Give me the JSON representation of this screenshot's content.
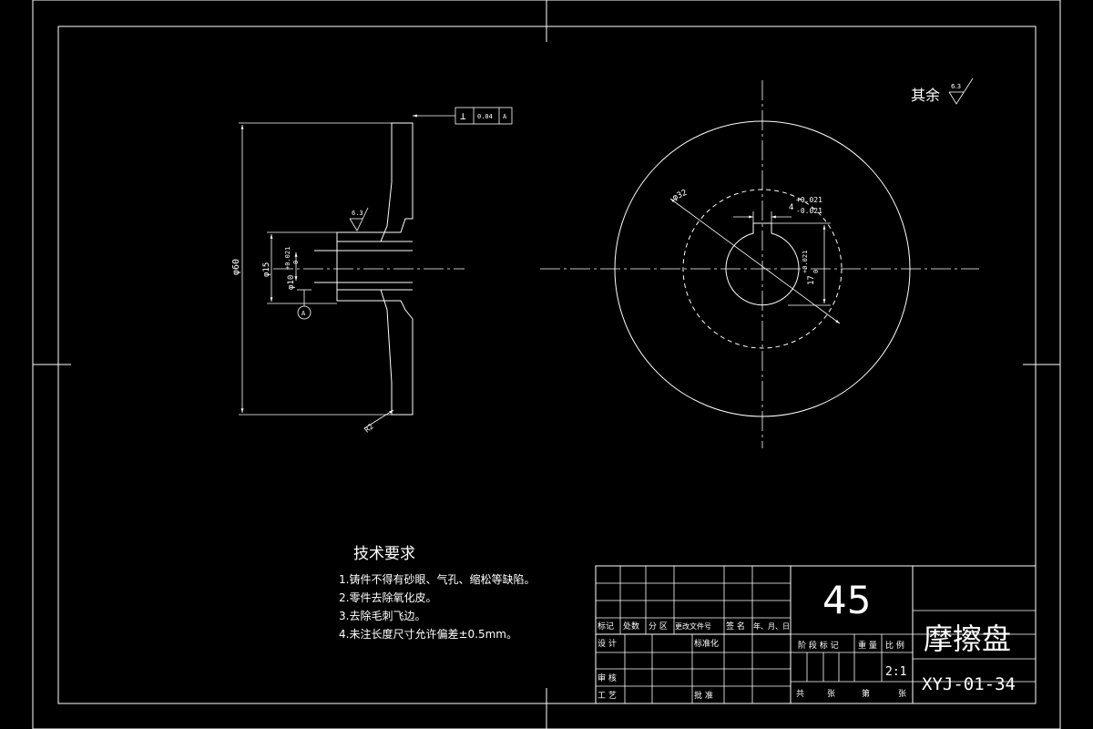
{
  "roughness": {
    "rest_label": "其余",
    "rest_value": "6.3",
    "face_value": "6.3"
  },
  "tolerance_frame": {
    "symbol": "⊥",
    "value": "0.04",
    "datum": "A"
  },
  "datum_label": "A",
  "side_view_dims": {
    "outer_diameter": "φ60",
    "hub_diameter": "φ15",
    "bore": "φ10",
    "bore_tol": "+0.021",
    "bore_tol_lower": "0",
    "chamfer": "R2"
  },
  "front_view_dims": {
    "diameter": "φ32",
    "key_width": "4",
    "key_width_tol_upper": "+0.021",
    "key_width_tol_lower": "-0.021",
    "key_depth": "17",
    "key_depth_tol_upper": "+0.021",
    "key_depth_tol_lower": "0"
  },
  "tech_requirements": {
    "title": "技术要求",
    "items": [
      "1.铸件不得有砂眼、气孔、缩松等缺陷。",
      "2.零件去除氧化皮。",
      "3.去除毛刺飞边。",
      "4.未注长度尺寸允许偏差±0.5mm。"
    ]
  },
  "title_block": {
    "material": "45",
    "part_name": "摩擦盘",
    "drawing_no": "XYJ-01-34",
    "scale_value": "2:1",
    "labels": {
      "mark": "标记",
      "count": "处数",
      "zone": "分 区",
      "change_doc": "更改文件号",
      "sign": "签 名",
      "date": "年、月、日",
      "design": "设 计",
      "standardize": "标准化",
      "review": "审 核",
      "process": "工 艺",
      "approve": "批 准",
      "stage_mark": "阶 段 标 记",
      "weight": "重 量",
      "scale": "比 例",
      "total": "共",
      "sheets": "张",
      "sheet_no": "第",
      "sheet_unit": "张"
    }
  }
}
